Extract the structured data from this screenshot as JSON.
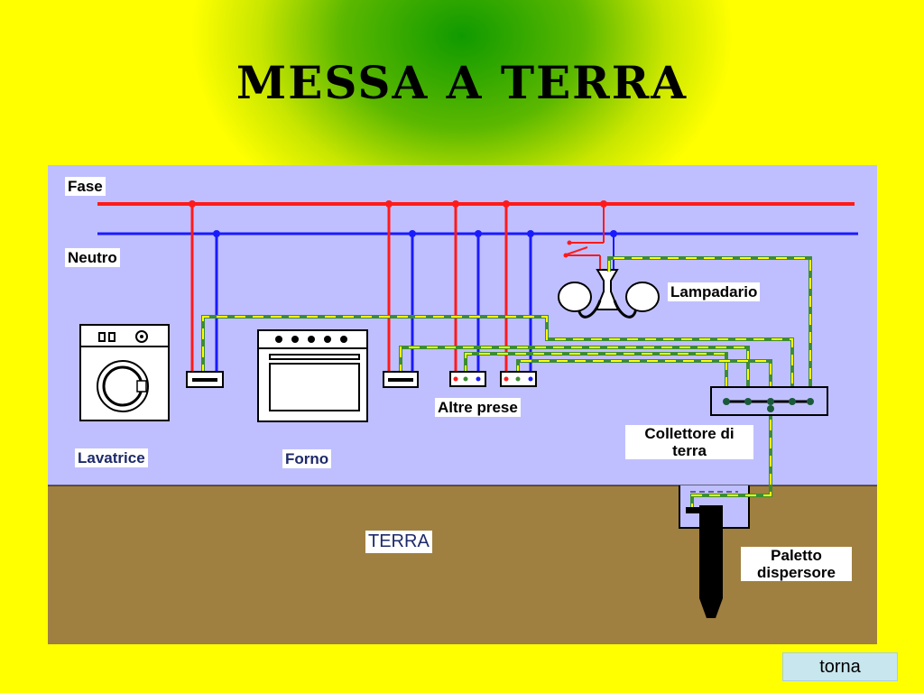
{
  "title": "MESSA A TERRA",
  "labels": {
    "fase": "Fase",
    "neutro": "Neutro",
    "lampadario": "Lampadario",
    "lavatrice": "Lavatrice",
    "forno": "Forno",
    "altre_prese": "Altre prese",
    "collettore": "Collettore di terra",
    "terra": "TERRA",
    "paletto": "Paletto dispersore"
  },
  "nav": {
    "torna": "torna"
  },
  "colors": {
    "fase_wire": "#ff1a1a",
    "neutro_wire": "#1a1aff",
    "earth_wire": "#3c8c32",
    "earth_stripe": "#ffff00",
    "wall": "#bfbfff",
    "ground": "#a08040",
    "slide_background": "#ffff00"
  }
}
